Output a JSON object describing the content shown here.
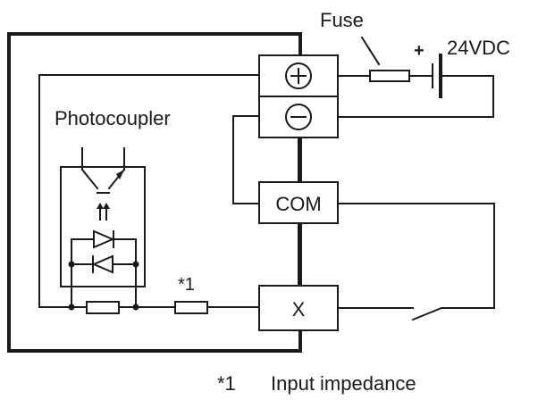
{
  "labels": {
    "fuse": "Fuse",
    "supply_plus": "+",
    "supply_voltage": "24VDC",
    "photocoupler": "Photocoupler",
    "note_marker": "*1",
    "terminal_com": "COM",
    "terminal_x": "X",
    "footnote_mark": "*1",
    "footnote_text": "Input impedance"
  },
  "symbols": {
    "plus_terminal": "circled-plus",
    "minus_terminal": "circled-minus"
  }
}
